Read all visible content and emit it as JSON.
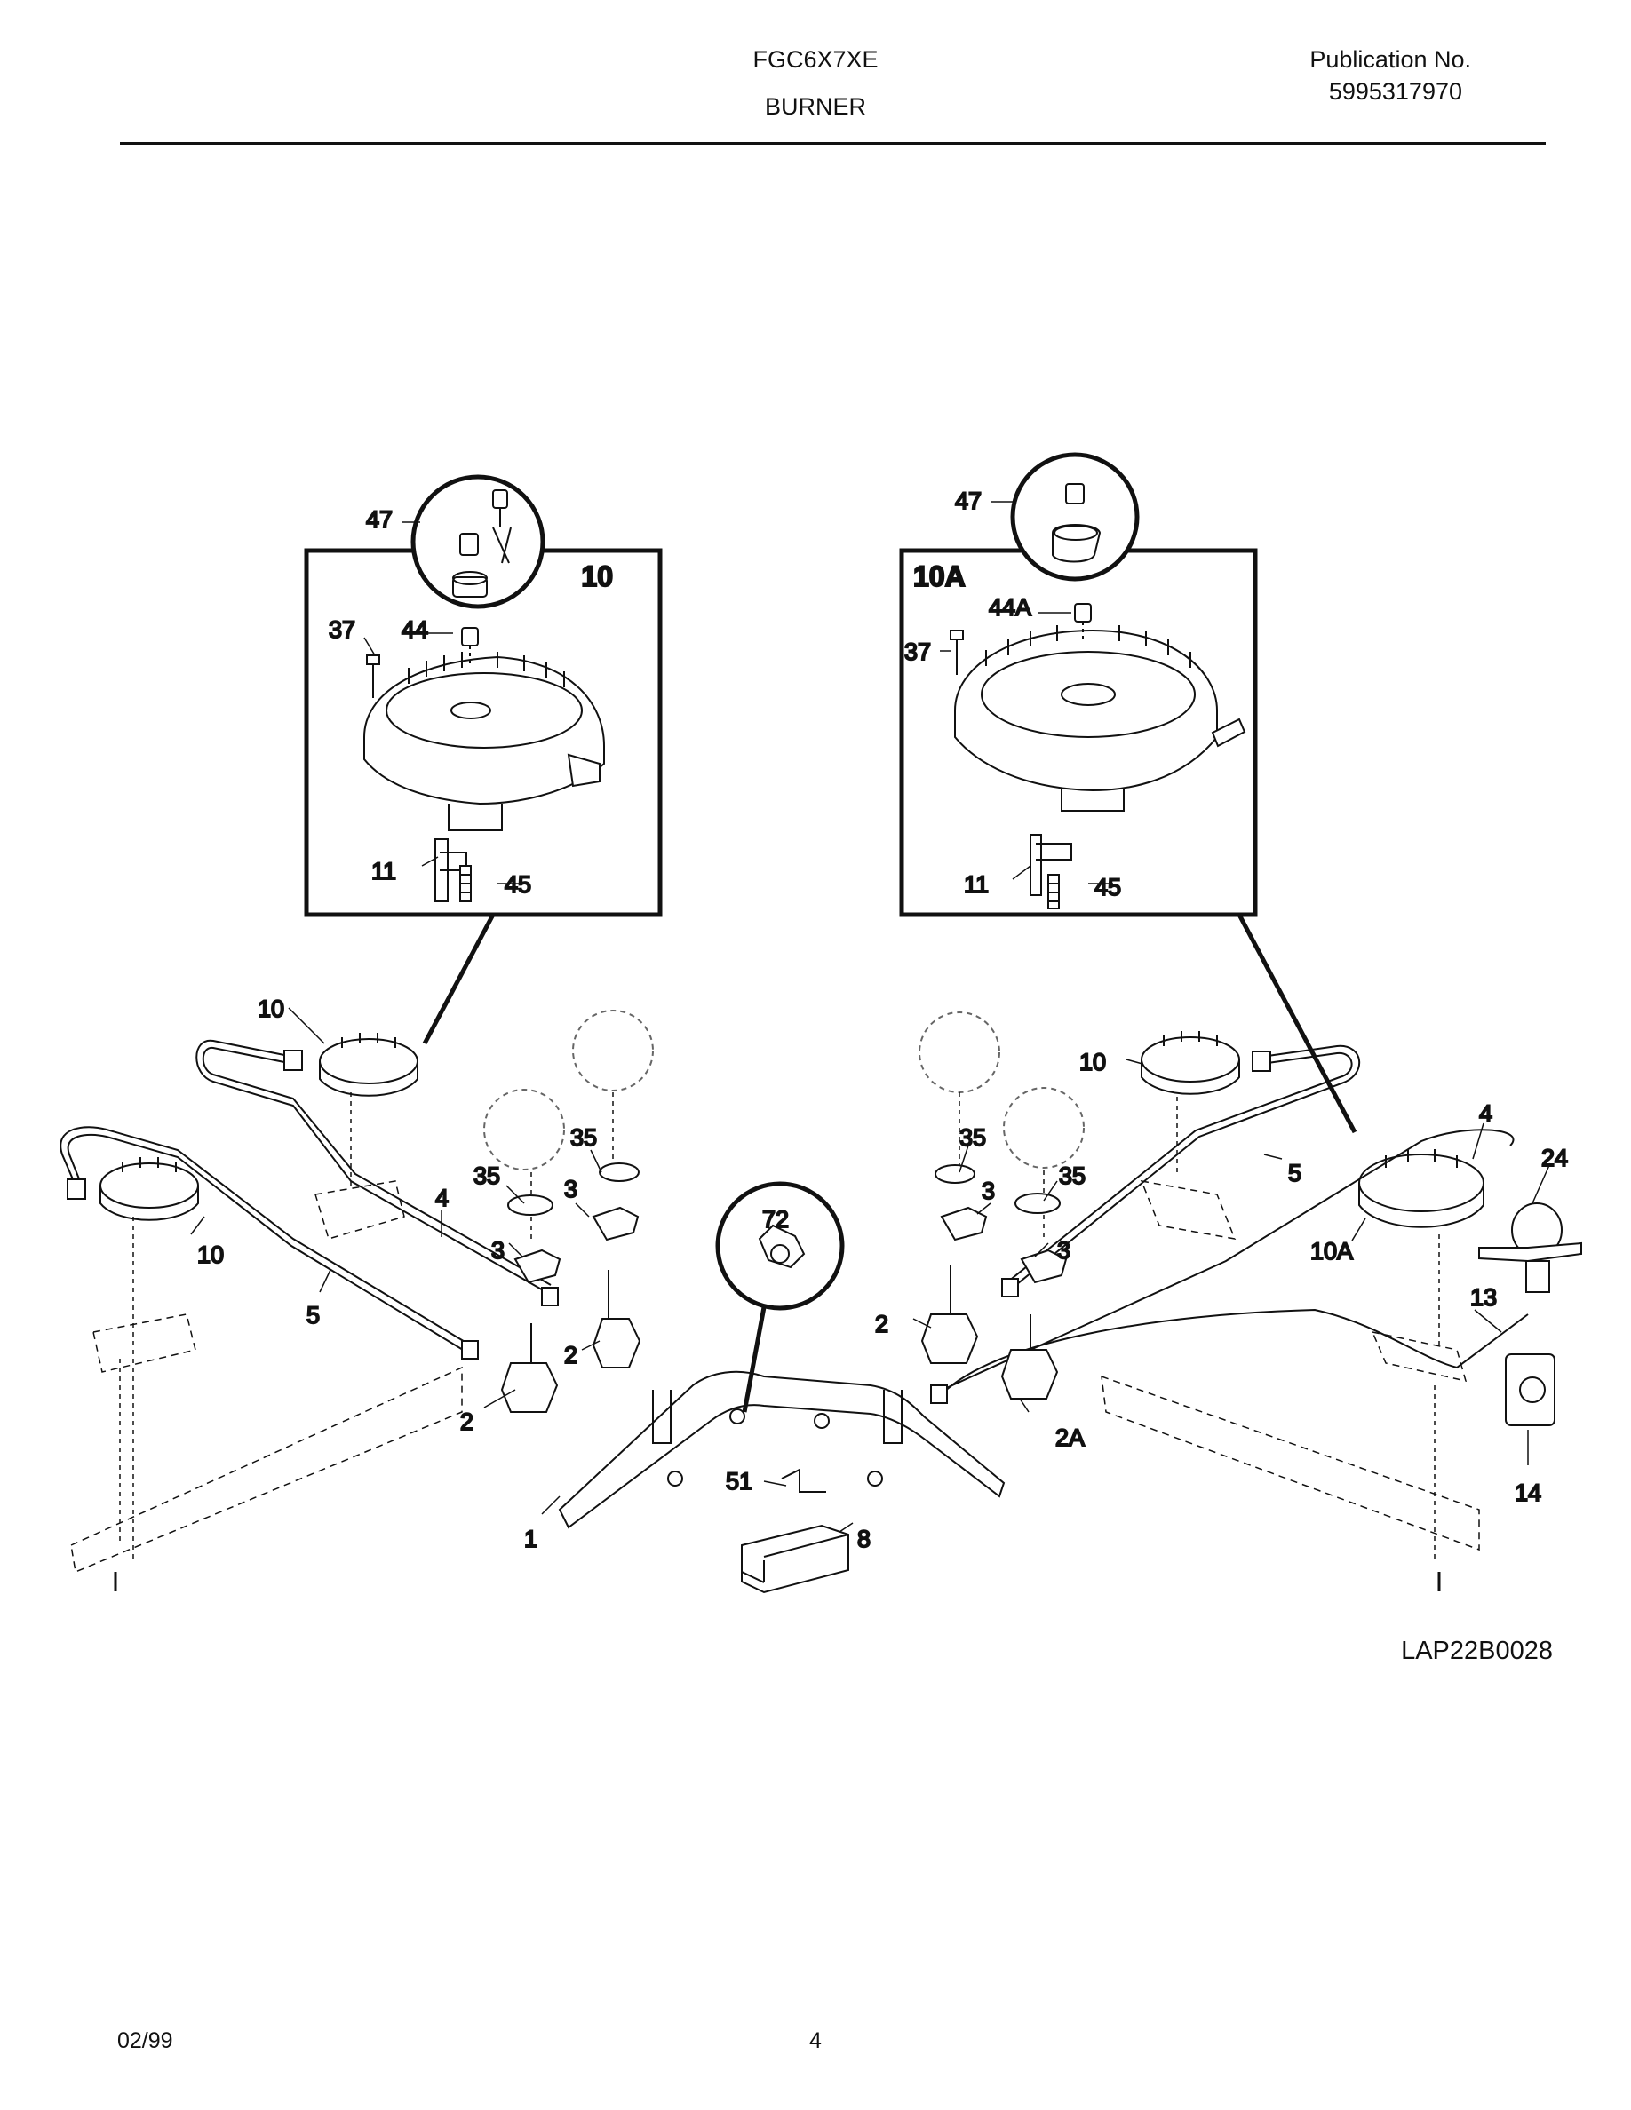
{
  "header": {
    "model": "FGC6X7XE",
    "section": "BURNER",
    "publication_label": "Publication No.",
    "publication_number": "5995317970"
  },
  "diagram": {
    "diagram_code": "LAP22B0028",
    "left_box_title": "10",
    "right_box_title": "10A",
    "labels": {
      "l47a": "47",
      "l37a": "37",
      "l44": "44",
      "l11a": "11",
      "l45a": "45",
      "l47b": "47",
      "l44A": "44A",
      "l37b": "37",
      "l11b": "11",
      "l45b": "45",
      "l10tl": "10",
      "l10tr": "10",
      "l10l": "10",
      "l10A": "10A",
      "l4l": "4",
      "l4r": "4",
      "l5l": "5",
      "l5r": "5",
      "l35a": "35",
      "l35b": "35",
      "l35c": "35",
      "l35d": "35",
      "l3a": "3",
      "l3b": "3",
      "l3c": "3",
      "l3d": "3",
      "l72": "72",
      "l24": "24",
      "l13": "13",
      "l14": "14",
      "l2a": "2",
      "l2b": "2",
      "l2c": "2",
      "l2A": "2A",
      "l51": "51",
      "l8": "8",
      "l1": "1"
    }
  },
  "footer": {
    "date": "02/99",
    "page": "4"
  }
}
